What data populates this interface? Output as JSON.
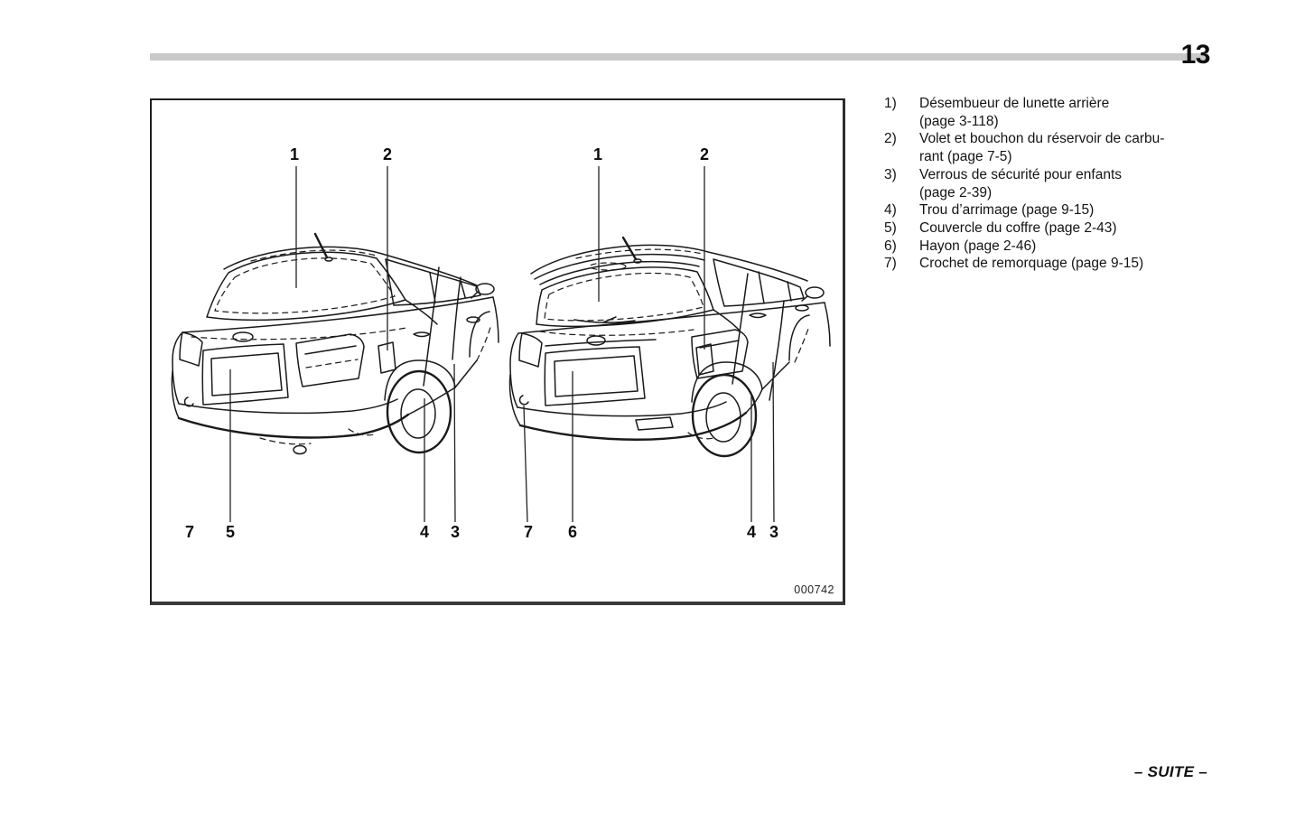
{
  "page": {
    "number": "13",
    "continuation": "– SUITE –"
  },
  "figure": {
    "code": "000742",
    "description": "rear-views-of-sedan-and-hatchback",
    "sedan": {
      "callouts_top": [
        "1",
        "2"
      ],
      "callouts_bottom": [
        "7",
        "5",
        "4",
        "3"
      ]
    },
    "hatchback": {
      "callouts_top": [
        "1",
        "2"
      ],
      "callouts_bottom": [
        "7",
        "6",
        "4",
        "3"
      ]
    }
  },
  "legend": {
    "items": [
      {
        "num": "1)",
        "lines": [
          "Désembueur de lunette arrière",
          "(page 3-118)"
        ]
      },
      {
        "num": "2)",
        "lines": [
          "Volet et bouchon du réservoir de carbu-",
          "rant (page 7-5)"
        ]
      },
      {
        "num": "3)",
        "lines": [
          "Verrous de sécurité pour enfants",
          "(page 2-39)"
        ]
      },
      {
        "num": "4)",
        "lines": [
          "Trou d’arrimage (page 9-15)"
        ]
      },
      {
        "num": "5)",
        "lines": [
          "Couvercle du coffre (page 2-43)"
        ]
      },
      {
        "num": "6)",
        "lines": [
          "Hayon (page 2-46)"
        ]
      },
      {
        "num": "7)",
        "lines": [
          "Crochet de remorquage (page 9-15)"
        ]
      }
    ]
  },
  "colors": {
    "header_rule": "#c9c9c9",
    "ink": "#1a1a1a",
    "background": "#ffffff"
  }
}
